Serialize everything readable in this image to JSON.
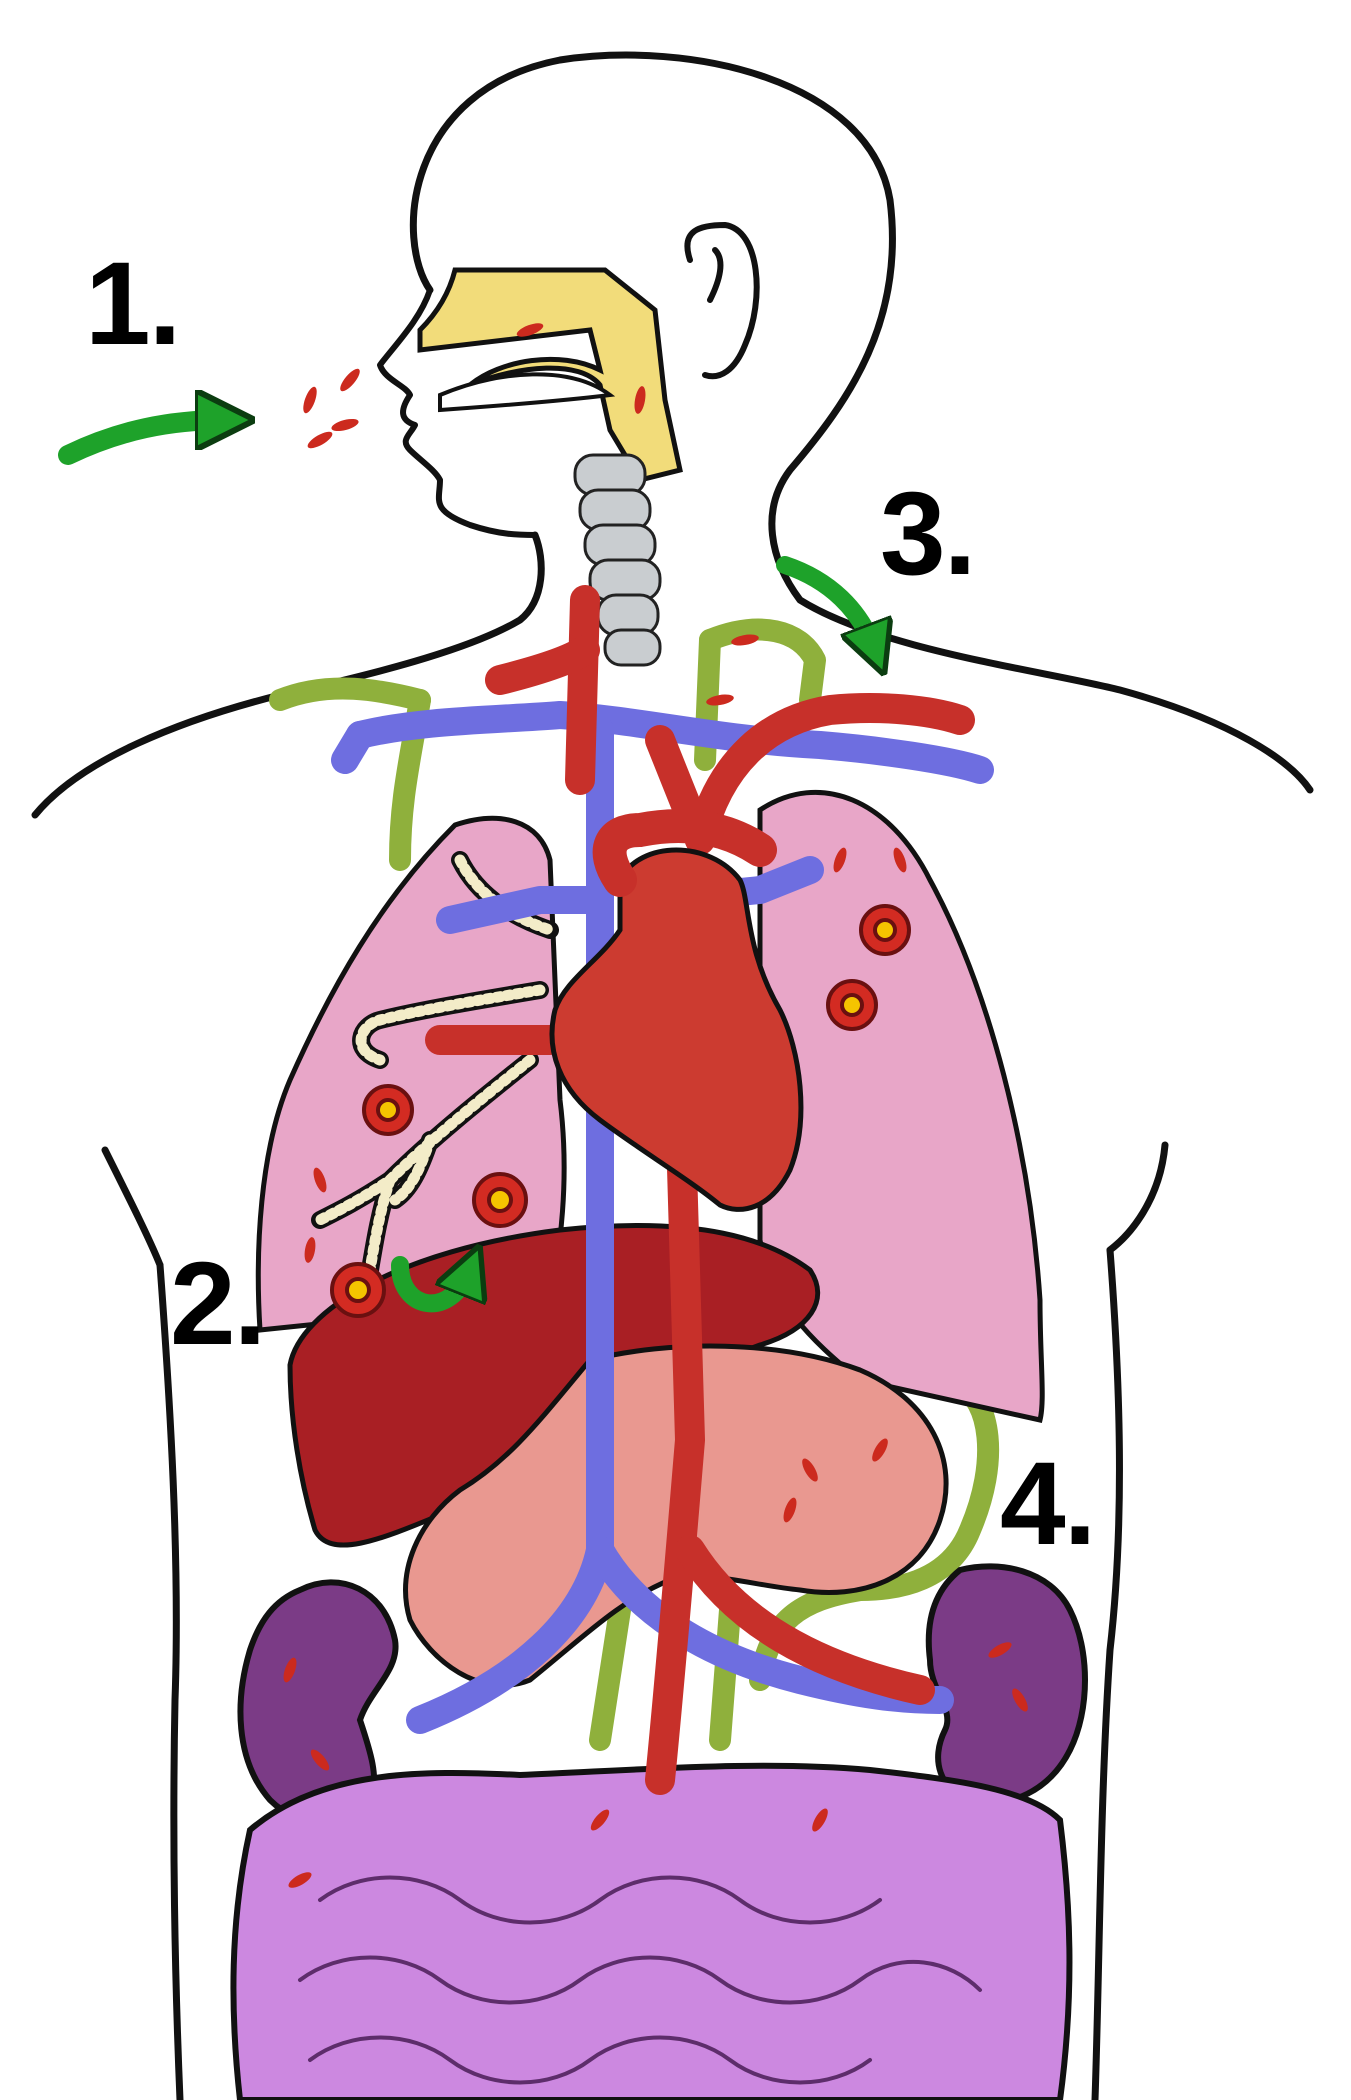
{
  "labels": {
    "step1": "1.",
    "step2": "2.",
    "step3": "3.",
    "step4": "4."
  },
  "colors": {
    "outline": "#111111",
    "skin": "#ffffff",
    "airway": "#f2dc7a",
    "trachea": "#c9cdd0",
    "lung": "#e8a6c8",
    "heart": "#cc3b30",
    "artery": "#c7302a",
    "vein": "#6e6ee0",
    "lymph": "#8fb03c",
    "liver": "#a91f24",
    "stomach": "#e99890",
    "kidney": "#7b3b86",
    "intestine": "#cc88e0",
    "bronchi": "#f3ecc8",
    "granuloma": "#d32b22",
    "granuloma_center": "#f5c400",
    "bacteria": "#cc2a1e",
    "arrow": "#1ea22a"
  },
  "icons": [
    "arrow-1-icon",
    "arrow-2-icon",
    "arrow-3-icon"
  ]
}
